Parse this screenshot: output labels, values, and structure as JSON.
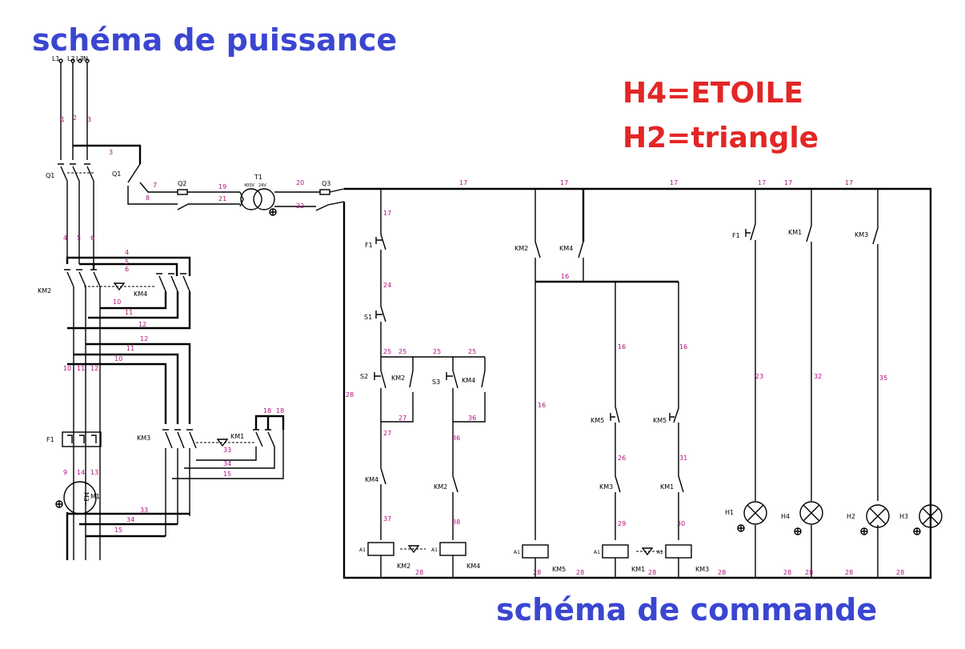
{
  "titles": {
    "power": "schéma de puissance",
    "control": "schéma de commande"
  },
  "notes": {
    "line1": "H4=ETOILE",
    "line2": "H2=triangle"
  },
  "colors": {
    "title": "#3b46d1",
    "notes": "#e32626",
    "wire_numbers": "#b0107a",
    "wires": "#000000"
  },
  "power_circuit": {
    "supply_terminals": [
      "L1",
      "L2",
      "L3",
      "N"
    ],
    "wire_numbers": [
      "1",
      "2",
      "3",
      "3",
      "7",
      "8",
      "19",
      "21",
      "20",
      "22",
      "4",
      "5",
      "6",
      "4",
      "5",
      "6",
      "10",
      "11",
      "12",
      "12",
      "11",
      "10",
      "10",
      "11",
      "12",
      "9",
      "14",
      "13",
      "33",
      "34",
      "15",
      "33",
      "34",
      "15",
      "18",
      "18"
    ],
    "devices": {
      "q1_main": "Q1",
      "q1_aux": "Q1",
      "q2": "Q2",
      "q3": "Q3",
      "transformer": "T1",
      "transformer_primary": "400V",
      "transformer_secondary": "24V",
      "km2": "KM2",
      "km4_interlock": "KM4",
      "km3": "KM3",
      "km1_interlock": "KM1",
      "f1": "F1",
      "motor": "M3~",
      "motor_label": "M1"
    }
  },
  "control_circuit": {
    "top_wire": "17",
    "bottom_wire": "28",
    "wire_numbers": [
      "17",
      "17",
      "17",
      "17",
      "17",
      "17",
      "17",
      "24",
      "25",
      "25",
      "25",
      "25",
      "27",
      "27",
      "36",
      "36",
      "37",
      "38",
      "16",
      "16",
      "16",
      "16",
      "26",
      "31",
      "29",
      "30",
      "23",
      "32",
      "35",
      "28",
      "28",
      "28",
      "28",
      "28",
      "28",
      "28",
      "28",
      "28",
      "28"
    ],
    "devices": {
      "f1": "F1",
      "s1": "S1",
      "s2": "S2",
      "km2_hold": "KM2",
      "s3": "S3",
      "km4_hold": "KM4",
      "km4_nc": "KM4",
      "km2_nc": "KM2",
      "coil_km2": "KM2",
      "coil_km4": "KM4",
      "km2_branch": "KM2",
      "km4_branch": "KM4",
      "km5_a": "KM5",
      "km5_b": "KM5",
      "km3_nc": "KM3",
      "km1_nc": "KM1",
      "coil_km5": "KM5",
      "coil_km1": "KM1",
      "coil_km3": "KM3",
      "f1_lamp": "F1",
      "km1_lamp": "KM1",
      "km3_lamp": "KM3",
      "h1": "H1",
      "h4": "H4",
      "h2": "H2",
      "h3": "H3"
    }
  }
}
